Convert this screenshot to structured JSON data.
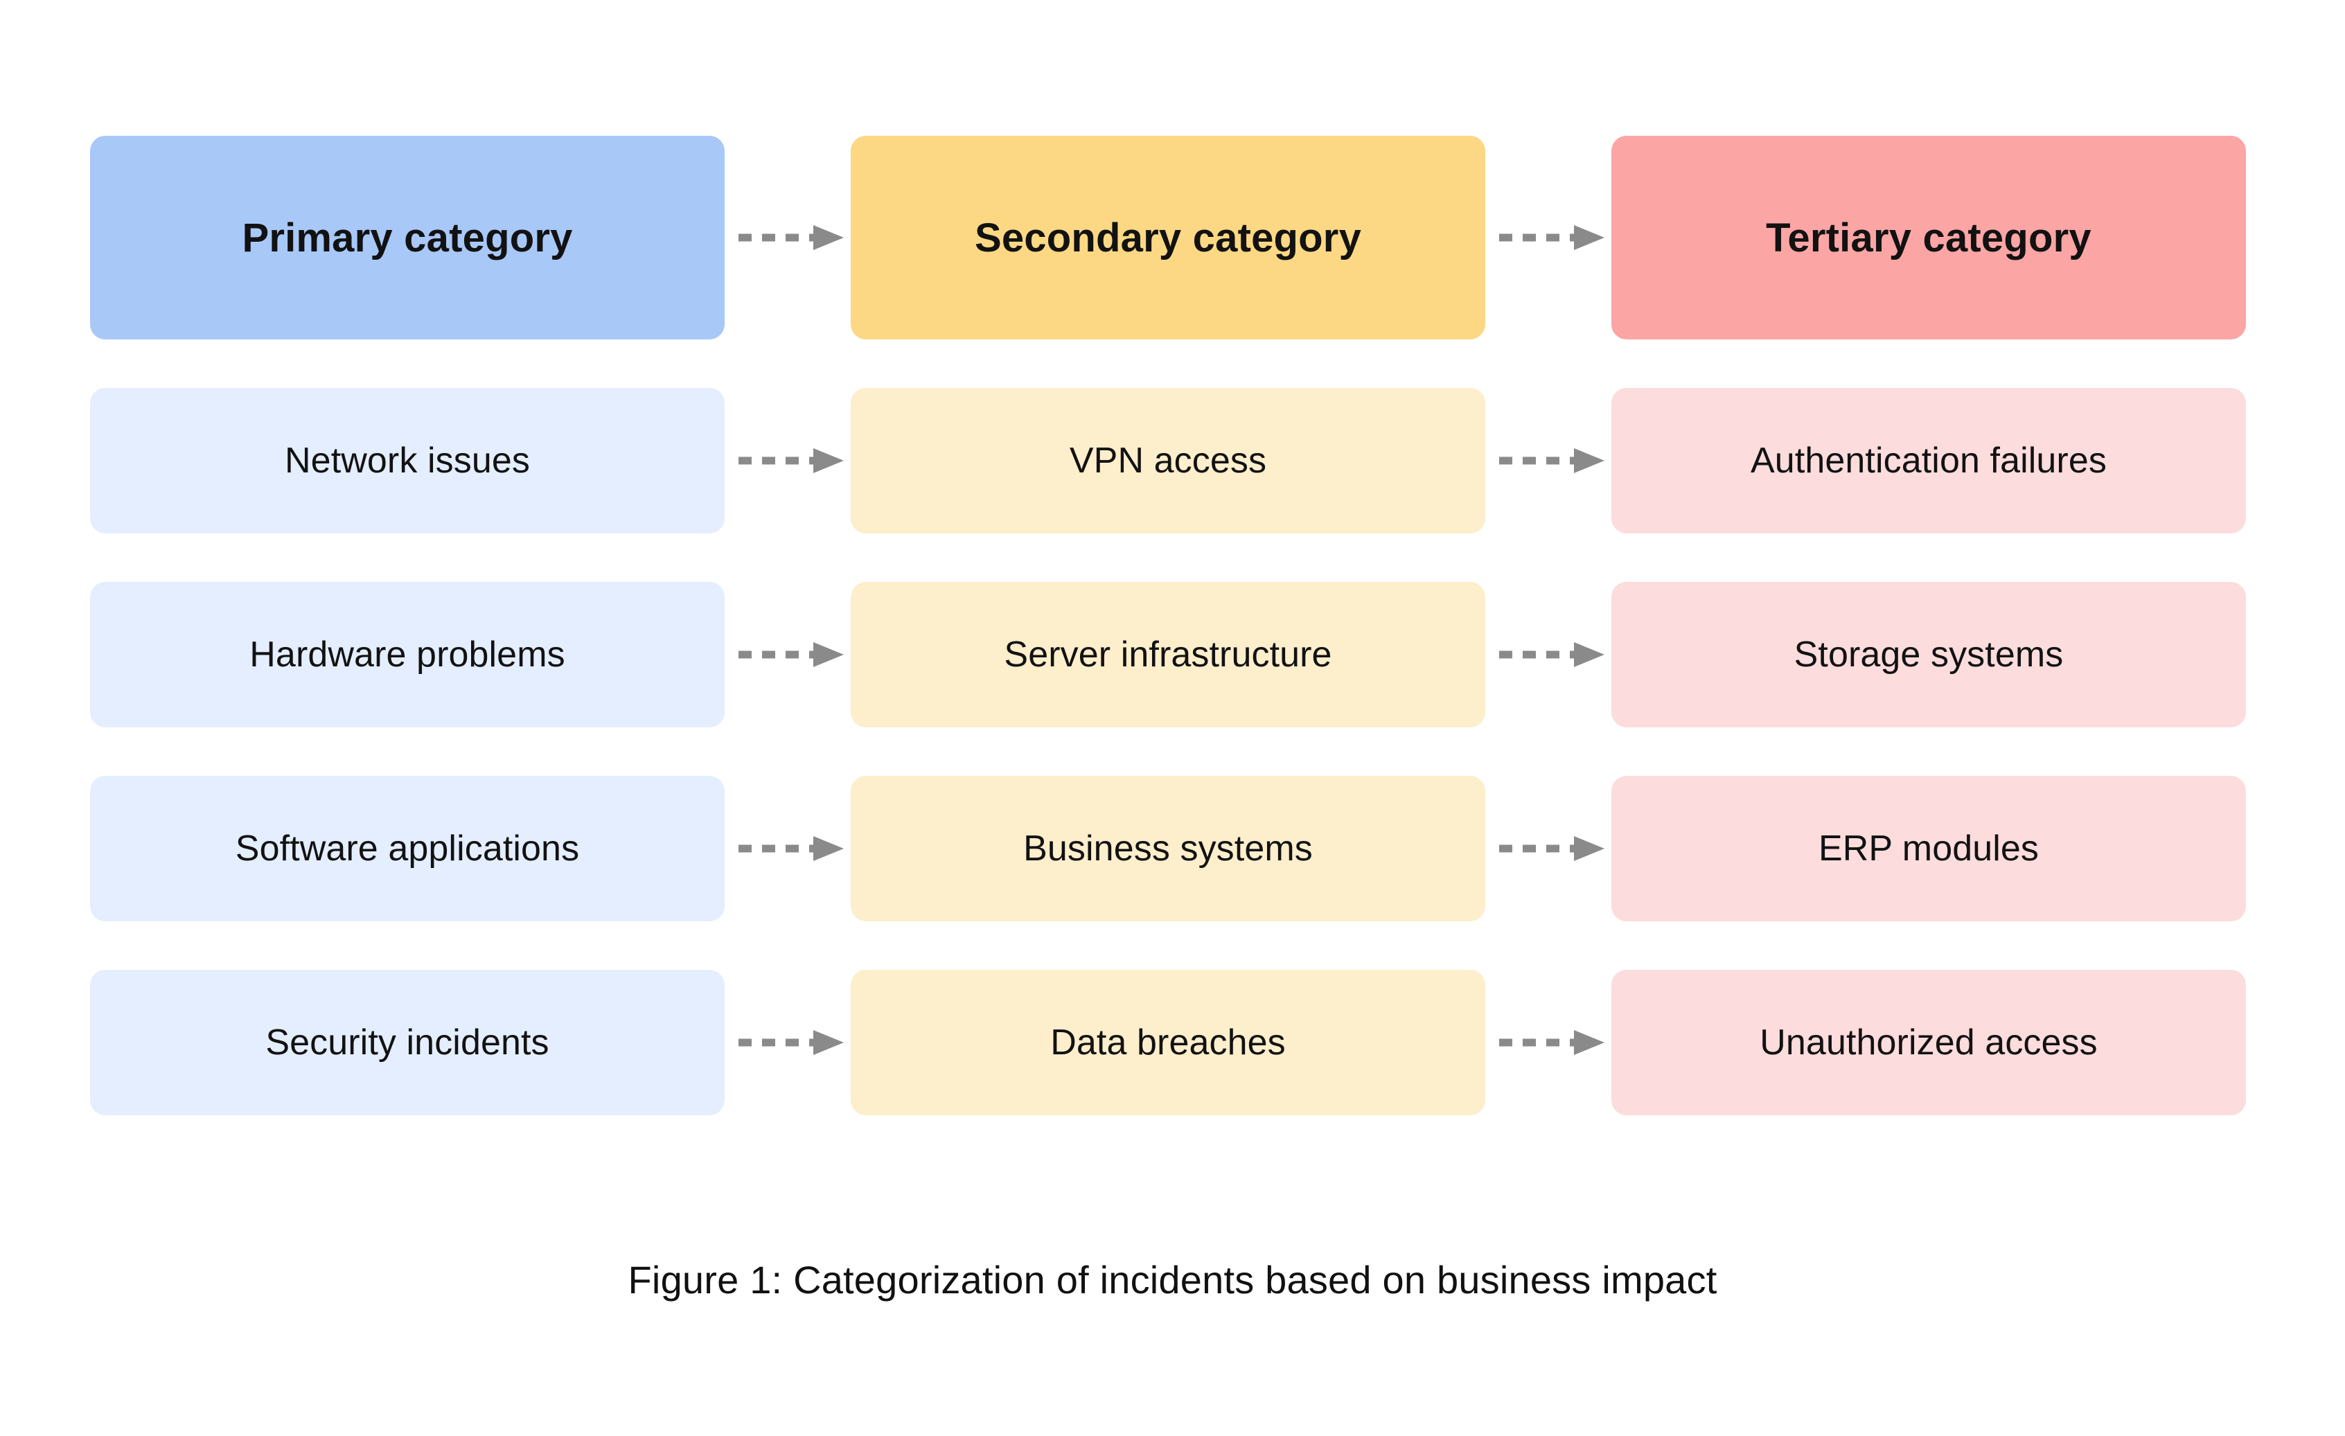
{
  "figure": {
    "caption": "Figure 1: Categorization of incidents based on business impact",
    "background_color": "#ffffff"
  },
  "columns": [
    {
      "key": "primary",
      "header": "Primary category",
      "header_color": "#a8c8f8",
      "leaf_color": "#e4eeff"
    },
    {
      "key": "secondary",
      "header": "Secondary category",
      "header_color": "#fcd884",
      "leaf_color": "#fdeecc"
    },
    {
      "key": "tertiary",
      "header": "Tertiary category",
      "header_color": "#fca5a5",
      "leaf_color": "#fcdcdc"
    }
  ],
  "rows": [
    {
      "primary": "Network issues",
      "secondary": "VPN access",
      "tertiary": "Authentication failures"
    },
    {
      "primary": "Hardware problems",
      "secondary": "Server infrastructure",
      "tertiary": "Storage systems"
    },
    {
      "primary": "Software applications",
      "secondary": "Business systems",
      "tertiary": "ERP modules"
    },
    {
      "primary": "Security incidents",
      "secondary": "Data breaches",
      "tertiary": "Unauthorized access"
    }
  ],
  "connector": {
    "style": "dashed-arrow",
    "color": "#8a8a8a",
    "icon": "arrow-right-icon"
  }
}
